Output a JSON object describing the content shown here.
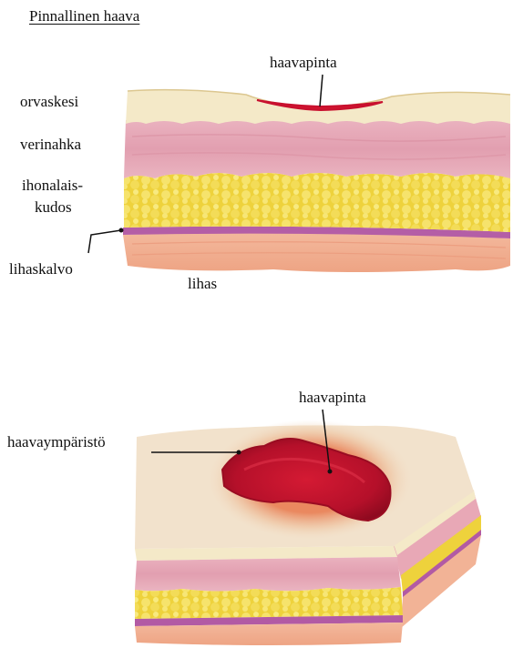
{
  "title": "Pinnallinen haava",
  "top": {
    "wound_surface": "haavapinta",
    "epidermis": "orvaskesi",
    "dermis": "verinahka",
    "subcutis_line1": "ihonalais-",
    "subcutis_line2": "kudos",
    "fascia": "lihaskalvo",
    "muscle": "lihas"
  },
  "bottom": {
    "wound_surface": "haavapinta",
    "wound_surroundings": "haavaympäristö"
  },
  "colors": {
    "epidermis": "#f3e8c6",
    "dermis": "#e6a6b4",
    "fat": "#efd640",
    "fascia": "#b25aa4",
    "muscle": "#f2b396",
    "wound": "#c8102e"
  }
}
